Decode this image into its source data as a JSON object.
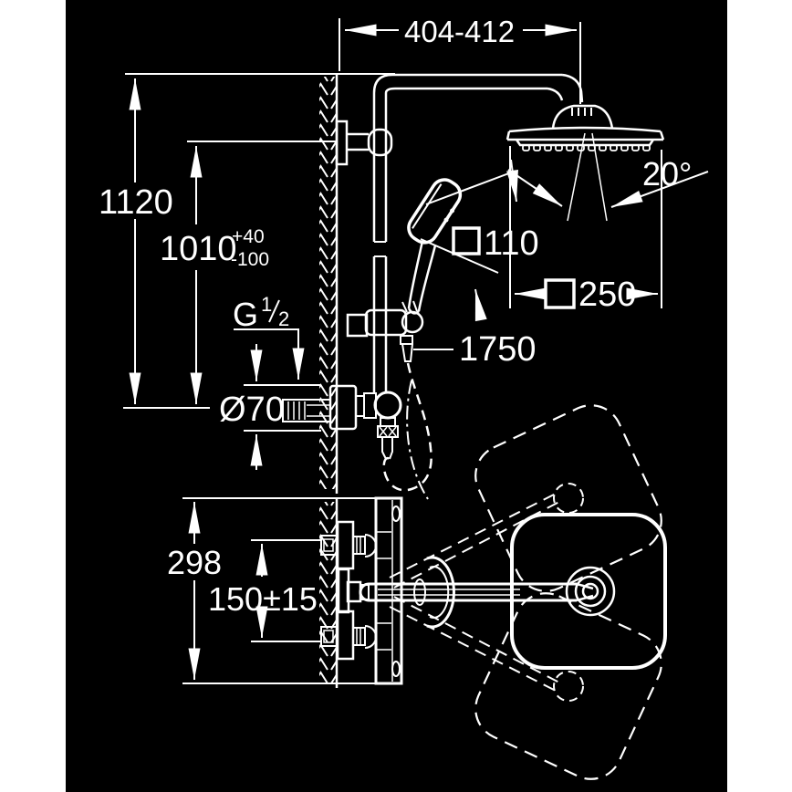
{
  "figure": {
    "kind": "technical-dimension-drawing",
    "subject": "shower-system",
    "colors": {
      "page_bg": "#ffffff",
      "panel_bg": "#000000",
      "ink": "#ffffff"
    }
  },
  "dimensions": {
    "span_top": "404-412",
    "height_total": "1120",
    "height_supply": "1010",
    "height_supply_tol_plus": "+40",
    "height_supply_tol_minus": "-100",
    "thread_prefix": "G",
    "thread_frac_num": "1",
    "thread_frac_den": "2",
    "escutcheon_diameter": "Ø70",
    "hose_length": "1750",
    "hand_shower_face": "110",
    "head_face": "250",
    "spray_angle": "20°",
    "valve_body_length": "298",
    "connection_distance": "150±15"
  }
}
